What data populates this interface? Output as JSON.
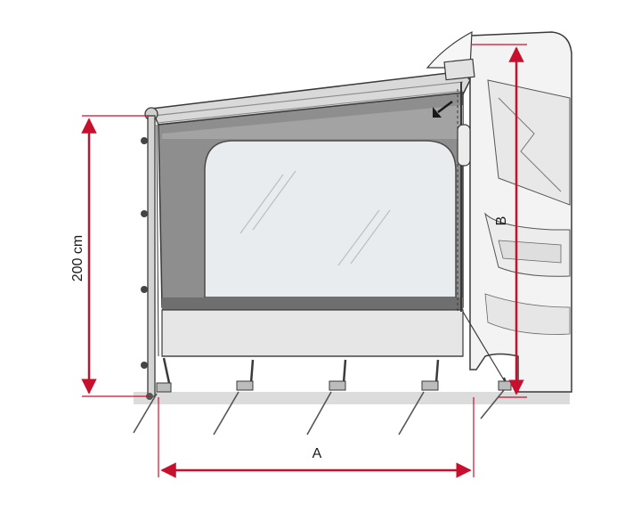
{
  "labels": {
    "height": "200 cm",
    "width": "A",
    "vehicle_height": "B"
  },
  "colors": {
    "dimension": "#c8102e",
    "panel": "#8e8e8e",
    "panel_light": "#b5b5b5",
    "window": "#e9ecee",
    "skirt": "#e4e4e4",
    "vehicle": "#f2f2f2",
    "outline": "#3a3a3a",
    "ground": "#d6d6d6"
  },
  "icons": [
    "tent-peg-icon",
    "arrow-icon",
    "awning-pole-icon"
  ]
}
